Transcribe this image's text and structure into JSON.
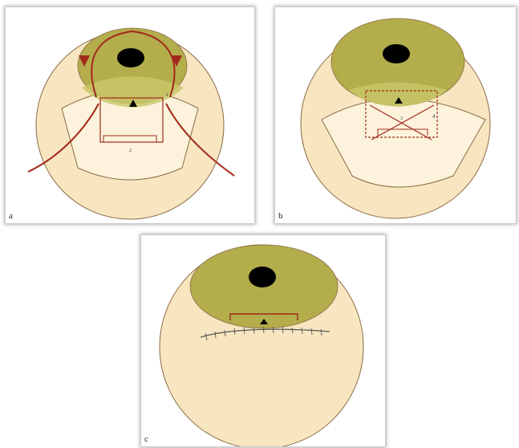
{
  "panels": [
    {
      "id": "a",
      "label": "a",
      "marks": [
        "1",
        "1",
        "2"
      ]
    },
    {
      "id": "b",
      "label": "b",
      "marks": [
        "3",
        "4"
      ]
    },
    {
      "id": "c",
      "label": "c",
      "marks": []
    }
  ],
  "colors": {
    "sclera": "#f7e6bf",
    "sclera_outline": "#8a6a48",
    "cornea": "#b3ad4c",
    "pupil": "#000000",
    "flap": "#fdf3dc",
    "suture": "#a3281c",
    "stitch": "#555555"
  }
}
